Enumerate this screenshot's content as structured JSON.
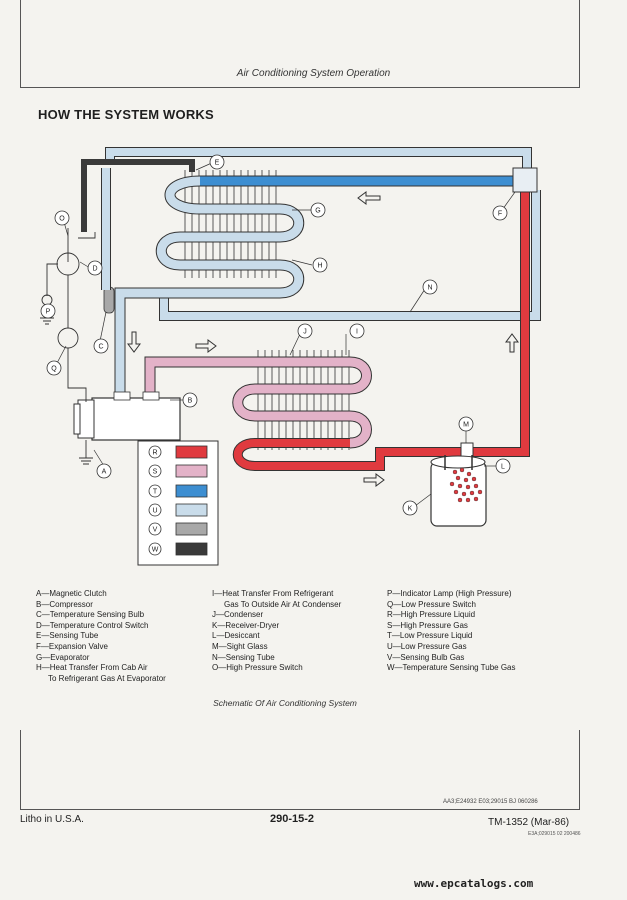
{
  "header": {
    "section_title": "Air Conditioning System Operation"
  },
  "page_title": "HOW THE SYSTEM WORKS",
  "diagram": {
    "callouts": [
      "A",
      "B",
      "C",
      "D",
      "E",
      "F",
      "G",
      "H",
      "I",
      "J",
      "K",
      "L",
      "M",
      "N",
      "O",
      "P",
      "Q"
    ],
    "swatches": [
      {
        "letter": "R",
        "color": "#e03a3f"
      },
      {
        "letter": "S",
        "color": "#e3b2c8"
      },
      {
        "letter": "T",
        "color": "#3d8ed1"
      },
      {
        "letter": "U",
        "color": "#c9dcea"
      },
      {
        "letter": "V",
        "color": "#a8a8a8"
      },
      {
        "letter": "W",
        "color": "#3a3a3a"
      }
    ]
  },
  "legend": {
    "col1": [
      "A—Magnetic Clutch",
      "B—Compressor",
      "C—Temperature Sensing Bulb",
      "D—Temperature Control Switch",
      "E—Sensing Tube",
      "F—Expansion Valve",
      "G—Evaporator",
      "H—Heat Transfer From Cab Air",
      "To Refrigerant Gas At Evaporator"
    ],
    "col2": [
      "I—Heat Transfer From Refrigerant",
      "Gas To Outside Air At Condenser",
      "J—Condenser",
      "K—Receiver-Dryer",
      "L—Desiccant",
      "M—Sight Glass",
      "N—Sensing Tube",
      "O—High Pressure Switch"
    ],
    "col3": [
      "P—Indicator Lamp (High Pressure)",
      "Q—Low Pressure Switch",
      "R—High Pressure Liquid",
      "S—High Pressure Gas",
      "T—Low Pressure Liquid",
      "U—Low Pressure Gas",
      "V—Sensing Bulb Gas",
      "W—Temperature Sensing Tube Gas"
    ]
  },
  "caption": "Schematic Of Air Conditioning System",
  "ref_code": "AA3;E24932 E03;29015 BJ 060286",
  "ref_code_small": "E3A;029015 02 200486",
  "footer": {
    "left": "Litho in U.S.A.",
    "center": "290-15-2",
    "right": "TM-1352 (Mar-86)"
  },
  "watermark": "www.epcatalogs.com"
}
